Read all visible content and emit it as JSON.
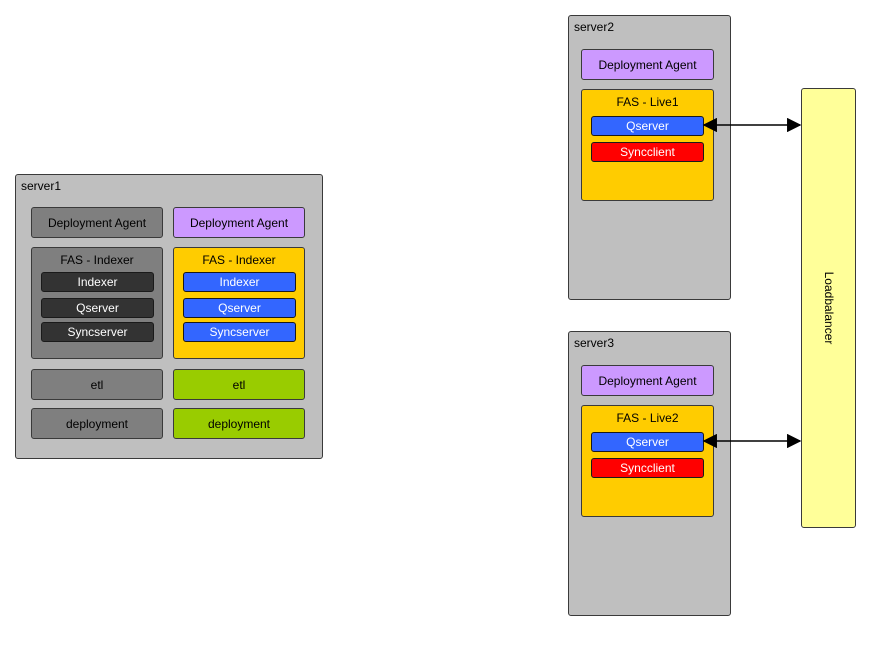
{
  "server1": {
    "label": "server1",
    "left_column": {
      "deployment_agent": "Deployment Agent",
      "fas_title": "FAS - Indexer",
      "services": [
        "Indexer",
        "Qserver",
        "Syncserver"
      ],
      "etl": "etl",
      "deployment": "deployment"
    },
    "right_column": {
      "deployment_agent": "Deployment Agent",
      "fas_title": "FAS - Indexer",
      "services": [
        "Indexer",
        "Qserver",
        "Syncserver"
      ],
      "etl": "etl",
      "deployment": "deployment"
    }
  },
  "server2": {
    "label": "server2",
    "deployment_agent": "Deployment Agent",
    "fas_title": "FAS - Live1",
    "services": [
      "Qserver",
      "Syncclient"
    ]
  },
  "server3": {
    "label": "server3",
    "deployment_agent": "Deployment Agent",
    "fas_title": "FAS - Live2",
    "services": [
      "Qserver",
      "Syncclient"
    ]
  },
  "loadbalancer": {
    "label": "Loadbalancer"
  },
  "colors": {
    "server_bg": "#bfbfbf",
    "inactive_grey": "#7f7f7f",
    "deployment_agent_purple": "#cc99ff",
    "fas_orange": "#ffcc00",
    "service_blue": "#3366ff",
    "service_dark": "#333333",
    "syncclient_red": "#ff0000",
    "tool_green": "#99cc00",
    "loadbalancer_yellow": "#ffff99"
  }
}
